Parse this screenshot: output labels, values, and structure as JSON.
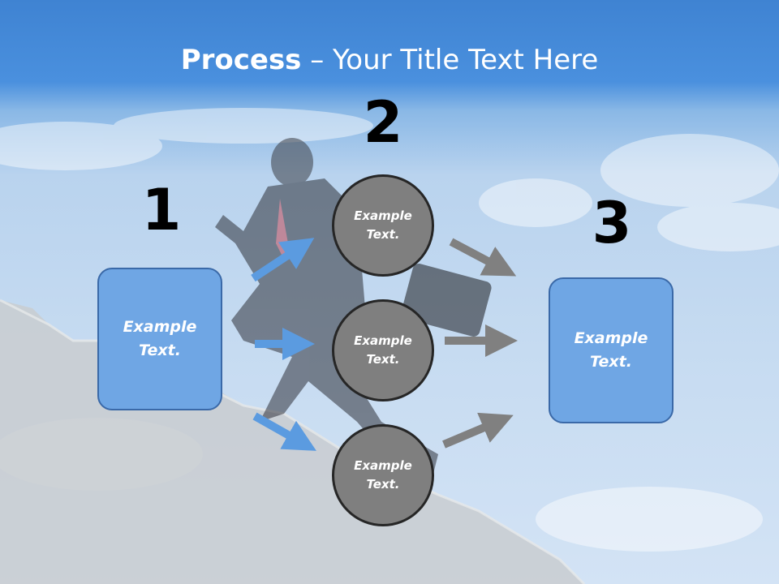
{
  "title": {
    "bold": "Process",
    "rest": " – Your Title Text Here"
  },
  "steps": [
    {
      "number": "1",
      "text": "Example Text."
    },
    {
      "number": "2",
      "items": [
        {
          "text": "Example Text."
        },
        {
          "text": "Example Text."
        },
        {
          "text": "Example Text."
        }
      ]
    },
    {
      "number": "3",
      "text": "Example Text."
    }
  ],
  "colors": {
    "box_fill": "#6fa6e4",
    "box_border": "#3a69a8",
    "circle_fill": "#7f7f7f",
    "circle_border": "#262626",
    "arrow_blue": "#5b9be0",
    "arrow_gray": "#808080"
  }
}
